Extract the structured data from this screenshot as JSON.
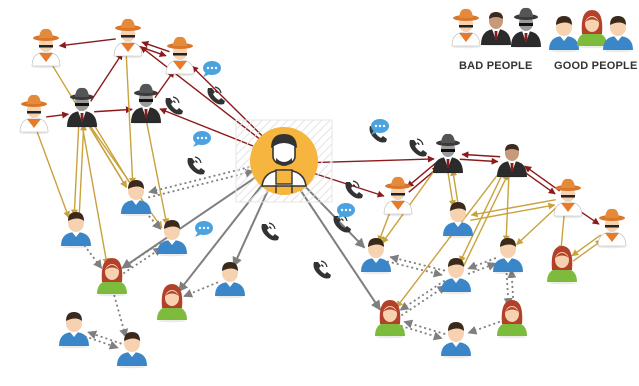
{
  "legend": {
    "bad_label": "BAD PEOPLE",
    "good_label": "GOOD PEOPLE"
  },
  "colors": {
    "trust_arrow": "#c9a23c",
    "bad_arrow": "#8b1a1a",
    "monitor_arrow": "#7f7f7f",
    "center_circle": "#f5b53f",
    "good_blue_shirt": "#3a86c8",
    "good_green_shirt": "#7dbb3c",
    "bad_orange": "#e87a2a",
    "call_icon": "#4aa3df"
  },
  "center_node": {
    "icon": "observer-person-icon"
  },
  "node_types": [
    "bad-cowboy",
    "bad-suit-hat",
    "bad-suit",
    "good-man-blue",
    "good-woman-green"
  ]
}
